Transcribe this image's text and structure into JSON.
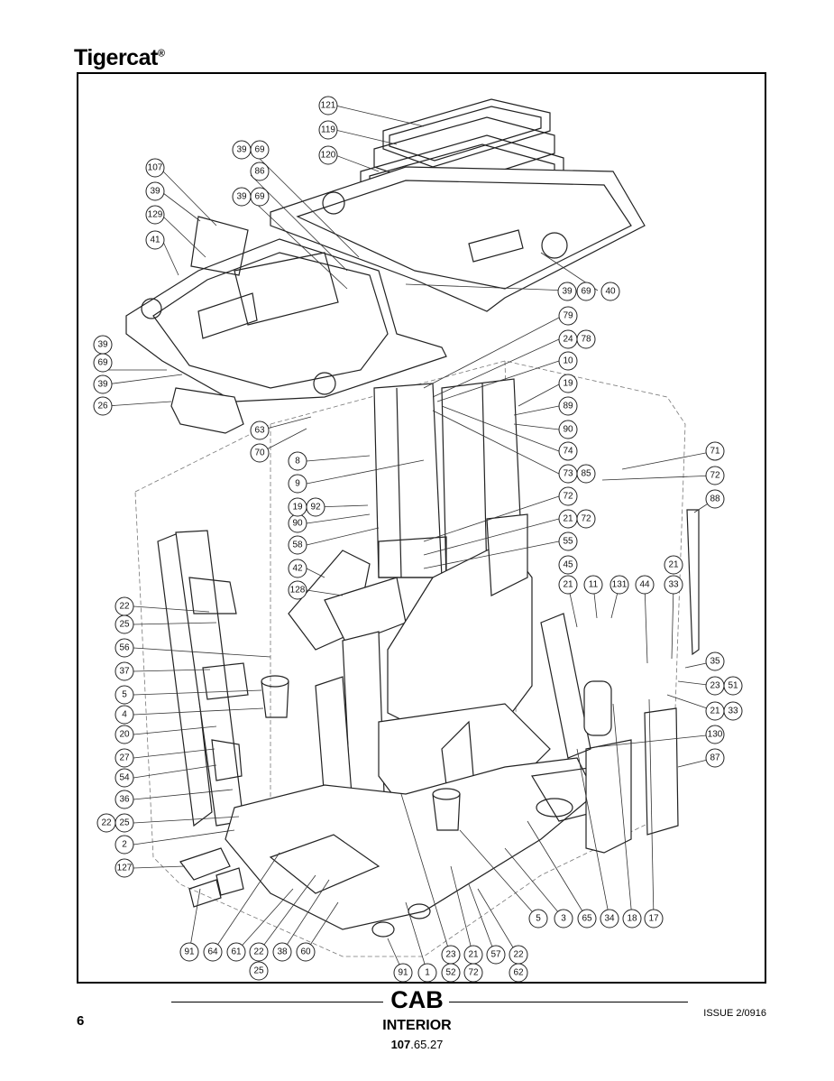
{
  "brand": {
    "name": "Tigercat",
    "mark": "®"
  },
  "title": "CAB",
  "subtitle": "INTERIOR",
  "code_prefix": "107",
  "code_suffix": ".65.27",
  "page_number": "6",
  "issue": "ISSUE 2/0916",
  "callouts": [
    "121",
    "119",
    "120",
    "39",
    "69",
    "86",
    "107",
    "129",
    "41",
    "40",
    "79",
    "24",
    "78",
    "10",
    "19",
    "89",
    "90",
    "74",
    "73",
    "85",
    "63",
    "70",
    "26",
    "8",
    "9",
    "92",
    "58",
    "72",
    "21",
    "55",
    "42",
    "128",
    "45",
    "11",
    "131",
    "44",
    "33",
    "71",
    "88",
    "35",
    "23",
    "51",
    "22",
    "25",
    "56",
    "37",
    "5",
    "4",
    "20",
    "27",
    "54",
    "36",
    "2",
    "127",
    "130",
    "87",
    "91",
    "64",
    "61",
    "38",
    "60",
    "1",
    "52",
    "57",
    "62",
    "3",
    "65",
    "34",
    "18",
    "17"
  ]
}
